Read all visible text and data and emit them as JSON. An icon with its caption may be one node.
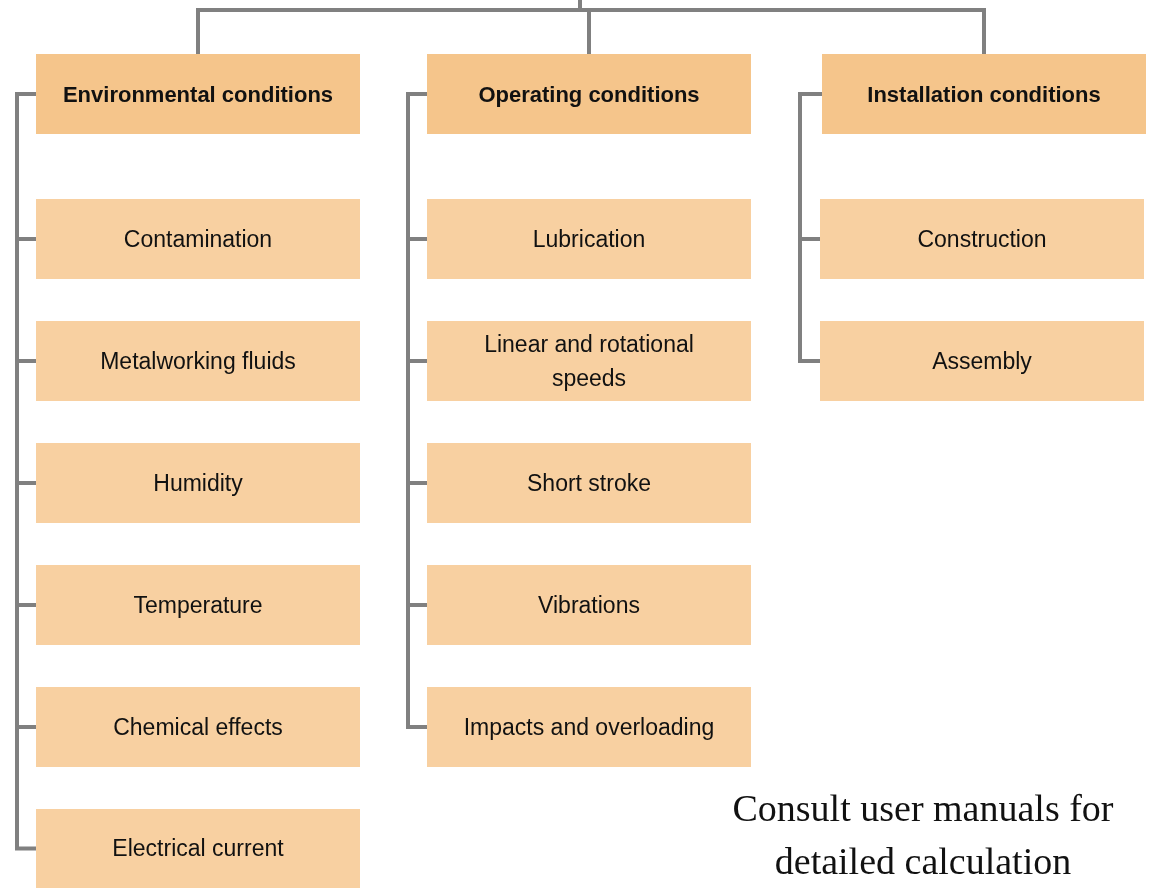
{
  "diagram": {
    "nodes": [
      {
        "text": [
          "Environmental conditions"
        ]
      },
      {
        "text": [
          "Operating conditions"
        ]
      },
      {
        "text": [
          "Installation conditions"
        ]
      },
      {
        "text": [
          "Contamination"
        ]
      },
      {
        "text": [
          "Metalworking fluids"
        ]
      },
      {
        "text": [
          "Humidity"
        ]
      },
      {
        "text": [
          "Temperature"
        ]
      },
      {
        "text": [
          "Chemical effects"
        ]
      },
      {
        "text": [
          "Electrical current"
        ]
      },
      {
        "text": [
          "Lubrication"
        ]
      },
      {
        "text": [
          "Linear and rotational speeds"
        ]
      },
      {
        "text": [
          "Short stroke"
        ]
      },
      {
        "text": [
          "Vibrations"
        ]
      },
      {
        "text": [
          "Impacts and overloading"
        ]
      },
      {
        "text": [
          "Construction"
        ]
      },
      {
        "text": [
          "Assembly"
        ]
      }
    ],
    "edges": [
      {
        "from": null,
        "to": 0,
        "arrow": "none"
      },
      {
        "from": null,
        "to": 1,
        "arrow": "none"
      },
      {
        "from": null,
        "to": 2,
        "arrow": "none"
      },
      {
        "from": 0,
        "to": 3,
        "arrow": "none"
      },
      {
        "from": 0,
        "to": 4,
        "arrow": "none"
      },
      {
        "from": 0,
        "to": 5,
        "arrow": "none"
      },
      {
        "from": 0,
        "to": 6,
        "arrow": "none"
      },
      {
        "from": 0,
        "to": 7,
        "arrow": "none"
      },
      {
        "from": 0,
        "to": 8,
        "arrow": "none"
      },
      {
        "from": 1,
        "to": 9,
        "arrow": "none"
      },
      {
        "from": 1,
        "to": 10,
        "arrow": "none"
      },
      {
        "from": 1,
        "to": 11,
        "arrow": "none"
      },
      {
        "from": 1,
        "to": 12,
        "arrow": "none"
      },
      {
        "from": 1,
        "to": 13,
        "arrow": "none"
      },
      {
        "from": 2,
        "to": 14,
        "arrow": "none"
      },
      {
        "from": 2,
        "to": 15,
        "arrow": "none"
      }
    ],
    "labels": [
      "Consult user manuals for detailed calculation"
    ]
  }
}
